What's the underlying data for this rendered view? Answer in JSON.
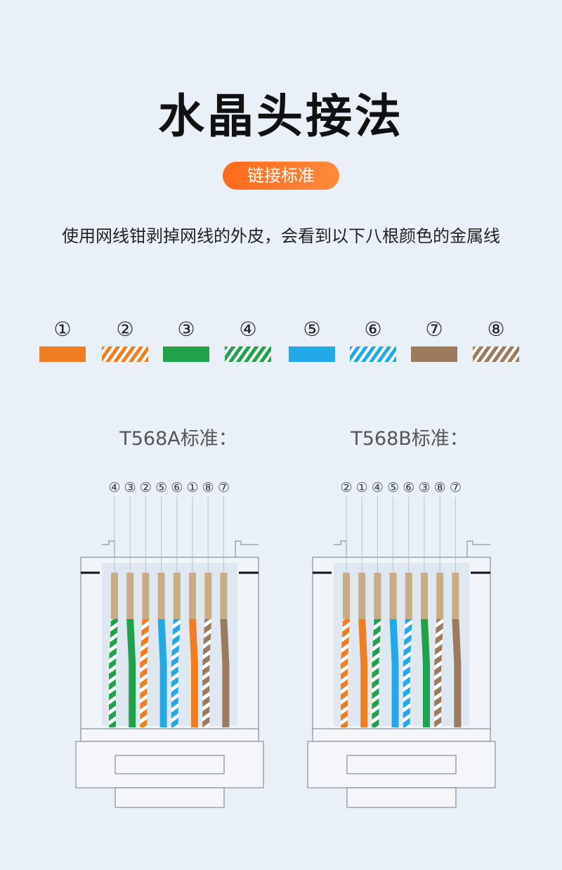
{
  "title": "水晶头接法",
  "badge": "链接标准",
  "intro": "使用网线钳剥掉网线的外皮，会看到以下八根颜色的金属线",
  "colors": {
    "orange": "#ef7d22",
    "green": "#1fa24a",
    "blue": "#21a9e8",
    "brown": "#9b7a5e"
  },
  "swatches": [
    {
      "num": "①",
      "color": "orange",
      "striped": false
    },
    {
      "num": "②",
      "color": "orange",
      "striped": true
    },
    {
      "num": "③",
      "color": "green",
      "striped": false
    },
    {
      "num": "④",
      "color": "green",
      "striped": true
    },
    {
      "num": "⑤",
      "color": "blue",
      "striped": false
    },
    {
      "num": "⑥",
      "color": "blue",
      "striped": true
    },
    {
      "num": "⑦",
      "color": "brown",
      "striped": false
    },
    {
      "num": "⑧",
      "color": "brown",
      "striped": true
    }
  ],
  "standards": [
    {
      "label": "T568A标准：",
      "order": [
        "④",
        "③",
        "②",
        "⑤",
        "⑥",
        "①",
        "⑧",
        "⑦"
      ]
    },
    {
      "label": "T568B标准：",
      "order": [
        "②",
        "①",
        "④",
        "⑤",
        "⑥",
        "③",
        "⑧",
        "⑦"
      ]
    }
  ]
}
